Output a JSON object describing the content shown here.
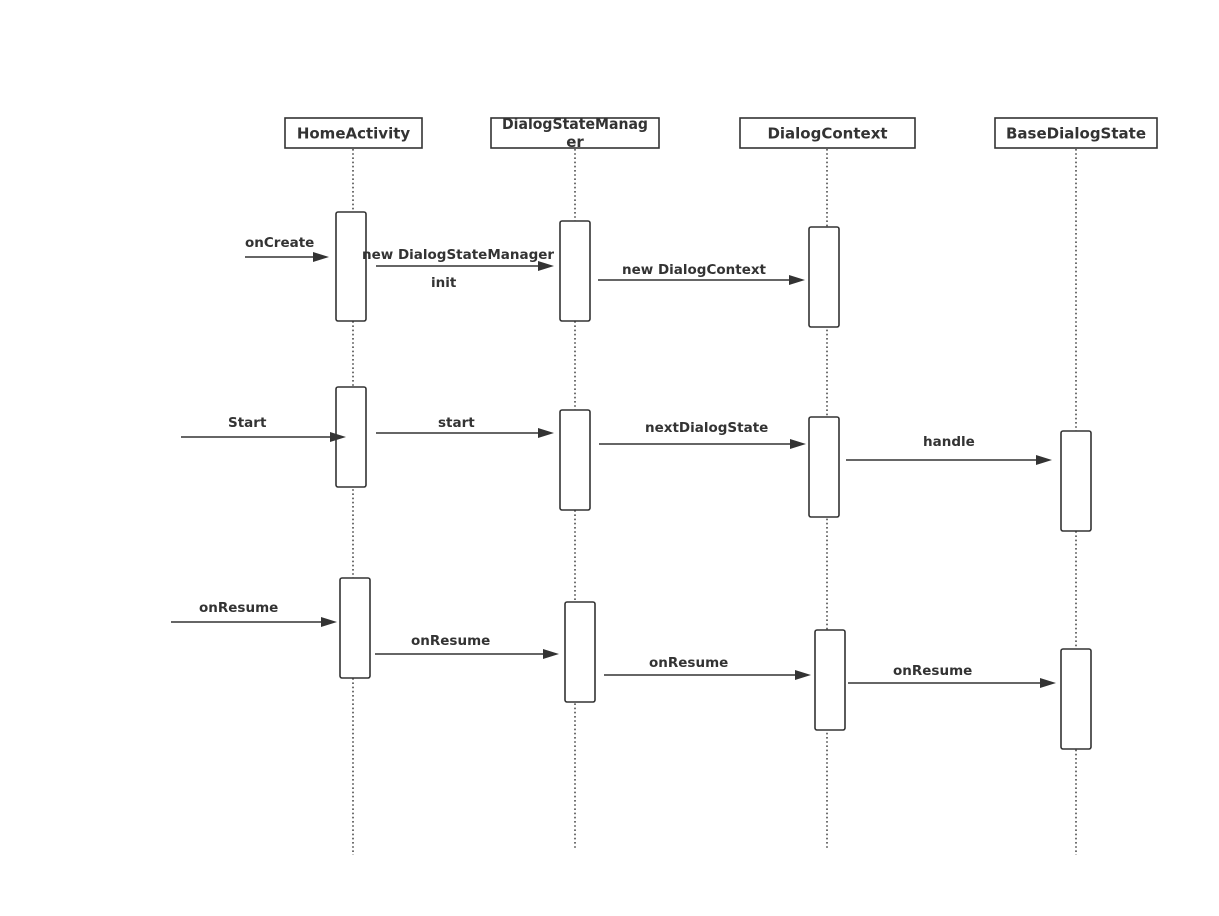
{
  "lifelines": [
    {
      "id": "home",
      "label": "HomeActivity"
    },
    {
      "id": "dsm",
      "label": "DialogStateManager"
    },
    {
      "id": "ctx",
      "label": "DialogContext"
    },
    {
      "id": "bds",
      "label": "BaseDialogState"
    }
  ],
  "messages": [
    {
      "id": "oncreate",
      "label": "onCreate"
    },
    {
      "id": "new-dsm",
      "label": "new DialogStateManager"
    },
    {
      "id": "init",
      "label": "init"
    },
    {
      "id": "new-ctx",
      "label": "new DialogContext"
    },
    {
      "id": "start-in",
      "label": "Start"
    },
    {
      "id": "start",
      "label": "start"
    },
    {
      "id": "next",
      "label": "nextDialogState"
    },
    {
      "id": "handle",
      "label": "handle"
    },
    {
      "id": "onresume-in",
      "label": "onResume"
    },
    {
      "id": "onresume-dsm",
      "label": "onResume"
    },
    {
      "id": "onresume-ctx",
      "label": "onResume"
    },
    {
      "id": "onresume-bds",
      "label": "onResume"
    }
  ]
}
